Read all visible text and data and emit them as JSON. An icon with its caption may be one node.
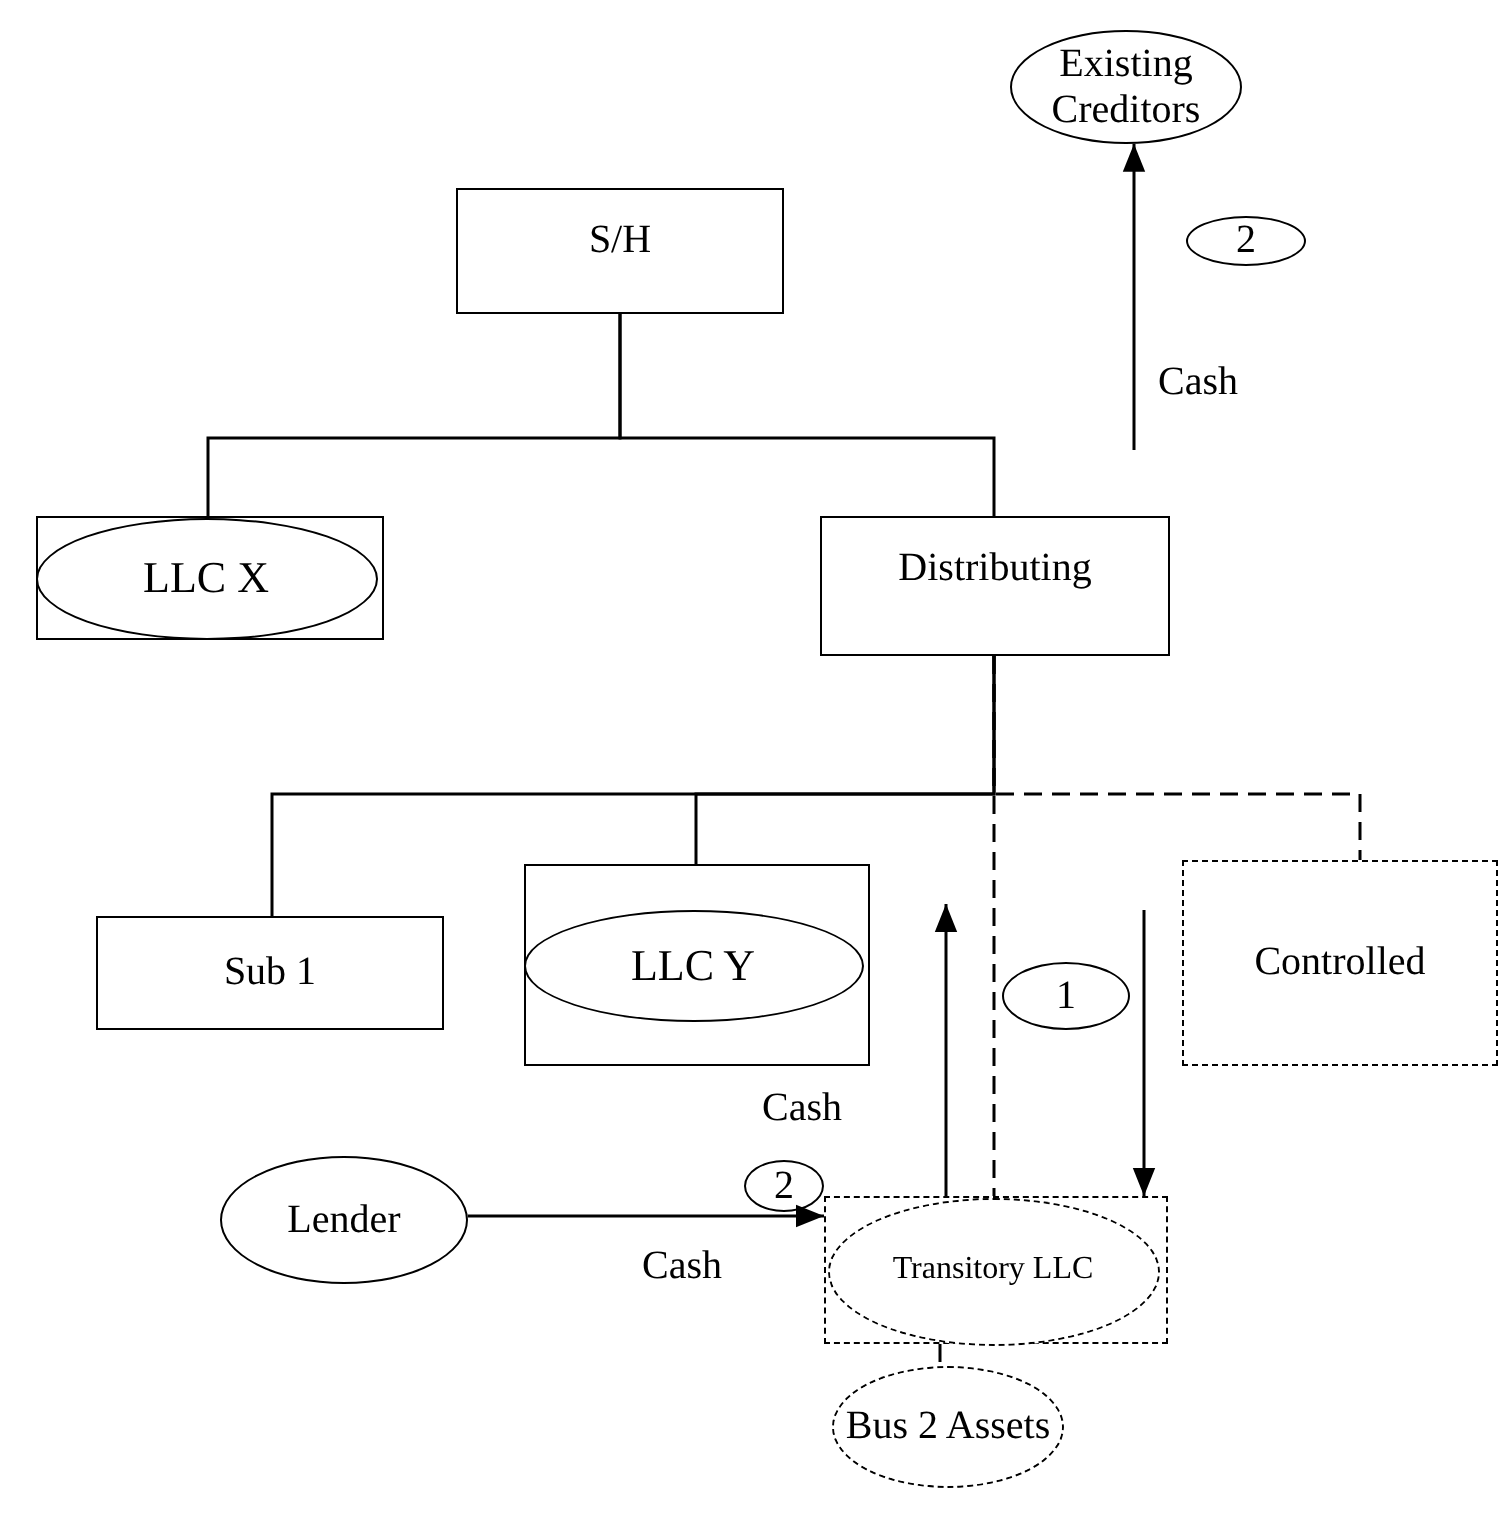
{
  "diagram": {
    "nodes": [
      {
        "text": [
          "Existing Creditors"
        ]
      },
      {
        "text": [
          "2"
        ]
      },
      {
        "text": [
          "S/H"
        ]
      },
      {
        "text": [],
        "shape": "box"
      },
      {
        "text": [
          "LLC X"
        ],
        "in": 3
      },
      {
        "text": [
          "Distributing"
        ]
      },
      {
        "text": [
          "Sub 1"
        ]
      },
      {
        "text": [],
        "shape": "box"
      },
      {
        "text": [
          "LLC Y"
        ],
        "in": 7
      },
      {
        "text": [
          "1"
        ]
      },
      {
        "text": [
          "Controlled"
        ]
      },
      {
        "text": [
          "2"
        ]
      },
      {
        "text": [
          "Lender"
        ]
      },
      {
        "text": [],
        "shape": "box"
      },
      {
        "text": [
          "Transitory LLC"
        ],
        "in": 13
      },
      {
        "text": [
          "Bus 2 Assets"
        ]
      }
    ],
    "edges": [
      {
        "from": 2,
        "to": 3,
        "arrow": "none"
      },
      {
        "from": 2,
        "to": 5,
        "arrow": "none"
      },
      {
        "from": 5,
        "to": 6,
        "arrow": "none"
      },
      {
        "from": 5,
        "to": 7,
        "arrow": "none"
      },
      {
        "from": 5,
        "to": 10,
        "arrow": "none",
        "style": "dashed"
      },
      {
        "from": 5,
        "to": 13,
        "arrow": "none",
        "style": "dashed"
      },
      {
        "from": 13,
        "to": null,
        "arrow": "to",
        "label": "Cash"
      },
      {
        "from": null,
        "to": 13,
        "arrow": "to"
      },
      {
        "from": 12,
        "to": 13,
        "arrow": "to",
        "label": "Cash"
      },
      {
        "from": 13,
        "to": 15,
        "arrow": "none",
        "style": "dashed"
      },
      {
        "from": null,
        "to": 0,
        "arrow": "to",
        "label": "Cash"
      }
    ]
  }
}
